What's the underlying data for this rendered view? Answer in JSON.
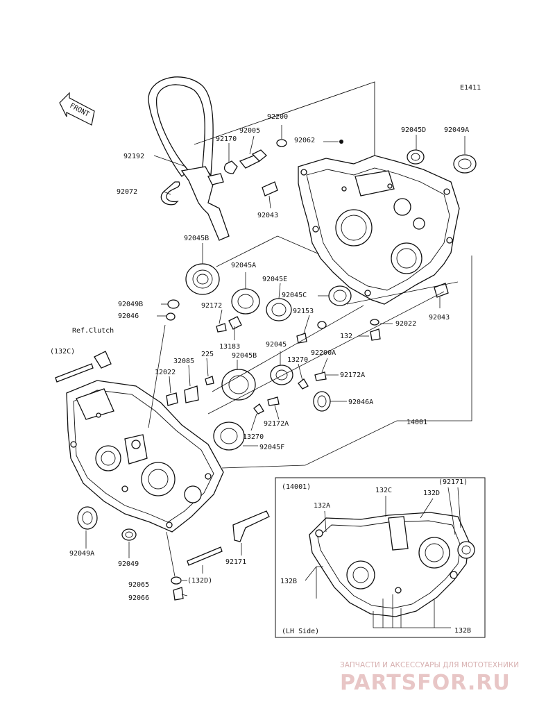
{
  "diagram_code": "E1411",
  "front_label": "FRONT",
  "ref_clutch": "Ref.Clutch",
  "labels": {
    "p92192": "92192",
    "p92072": "92072",
    "p92170": "92170",
    "p92005": "92005",
    "p92200": "92200",
    "p92062": "92062",
    "p92043_top": "92043",
    "p92045D": "92045D",
    "p92049A_top": "92049A",
    "p92045B_top": "92045B",
    "p92045A": "92045A",
    "p92045E": "92045E",
    "p92045C": "92045C",
    "p92043_right": "92043",
    "p92049B": "92049B",
    "p92046": "92046",
    "p92172": "92172",
    "p92153": "92153",
    "p132": "132",
    "p92022": "92022",
    "p13183": "13183",
    "p132C": "(132C)",
    "p225": "225",
    "p32085": "32085",
    "p12022": "12022",
    "p92045B_mid": "92045B",
    "p92045": "92045",
    "p13270_a": "13270",
    "p92200A": "92200A",
    "p92172A_a": "92172A",
    "p92046A": "92046A",
    "p92172A_b": "92172A",
    "p14001": "14001",
    "p13270_b": "13270",
    "p92045F": "92045F",
    "p92049A_bot": "92049A",
    "p92049": "92049",
    "p92171": "92171",
    "p92065": "92065",
    "p132D_bot": "(132D)",
    "p92066": "92066"
  },
  "inset": {
    "assembly": "(14001)",
    "p132C": "132C",
    "p132D": "132D",
    "p92171": "(92171)",
    "p132A": "132A",
    "p132B_left": "132B",
    "p132B_right": "132B",
    "side": "(LH Side)"
  },
  "watermark": {
    "tagline": "ЗАПЧАСТИ И АКСЕССУАРЫ ДЛЯ МОТОТЕХНИКИ",
    "brand": "PARTSFOR.RU"
  }
}
